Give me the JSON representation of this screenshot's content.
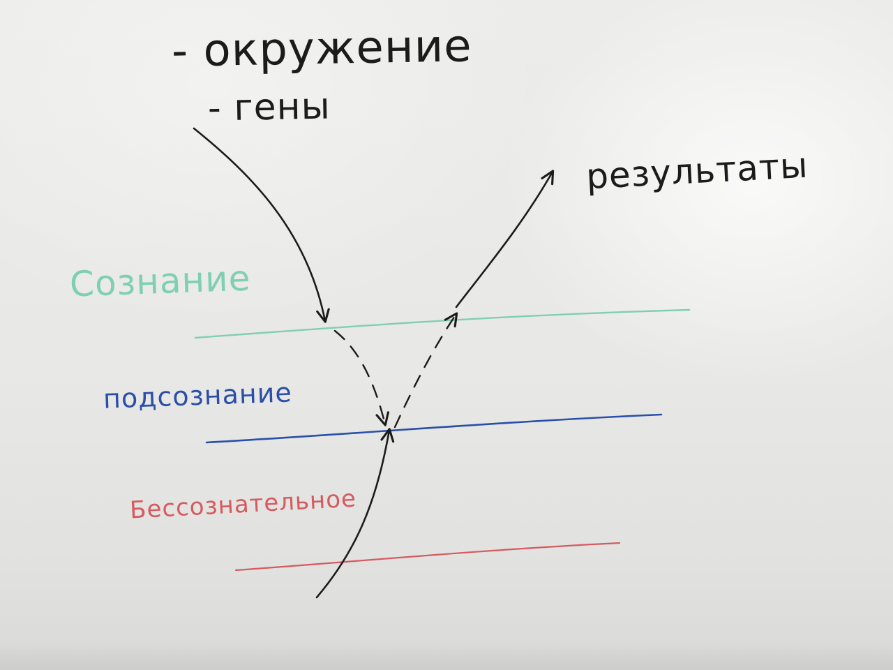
{
  "labels": {
    "item_environment": "- окружение",
    "item_genes": "- гены",
    "results": "результаты",
    "conscious": "Сознание",
    "subconscious": "подсознание",
    "unconscious": "Бессознательное"
  },
  "colors": {
    "board": "#e9e9e7",
    "black_ink": "#1b1b1b",
    "teal_marker": "#7fcfb4",
    "blue_marker": "#2a4fa8",
    "red_marker": "#d65a5f"
  }
}
